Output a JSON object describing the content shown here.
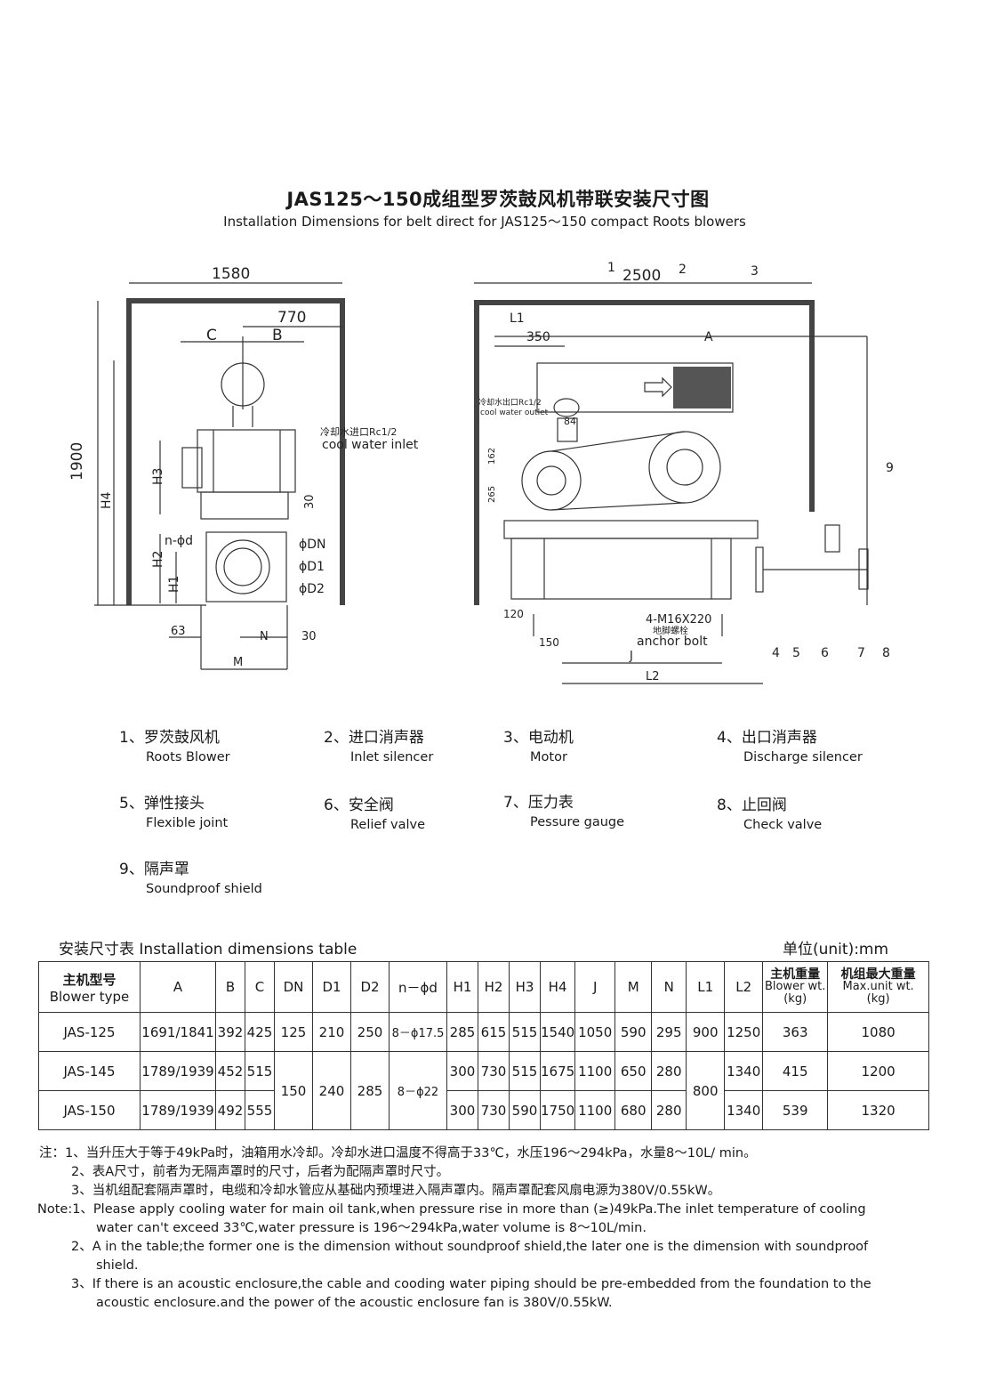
{
  "header": {
    "title_cn": "JAS125～150成组型罗茨鼓风机带联安装尺寸图",
    "title_en": "Installation Dimensions for belt direct for JAS125～150 compact Roots blowers"
  },
  "drawing_left": {
    "width": "1580",
    "offset": "770",
    "c": "C",
    "b": "B",
    "height": "1900",
    "h4": "H4",
    "h3": "H3",
    "h2": "H2",
    "h1": "H1",
    "cool_cn": "冷却水进口Rc1/2",
    "cool_en": "cool water inlet",
    "dim30": "30",
    "n_phi_d": "n-ϕd",
    "dn": "ϕDN",
    "d1": "ϕD1",
    "d2": "ϕD2",
    "dim63": "63",
    "n": "N",
    "dim30b": "30",
    "m": "M"
  },
  "drawing_right": {
    "width": "2500",
    "l1": "L1",
    "dim350": "350",
    "a": "A",
    "outlet_cn": "冷却水出口Rc1/2",
    "outlet_en": "cool water outlet",
    "dim84": "84",
    "dim162": "162",
    "dim265": "265",
    "dim120": "120",
    "dim150": "150",
    "bolt": "4-M16X220",
    "bolt_cn": "地脚螺栓",
    "bolt_en": "anchor bolt",
    "j": "J",
    "l2": "L2",
    "callouts": [
      "1",
      "2",
      "3",
      "4",
      "5",
      "6",
      "7",
      "8",
      "9"
    ]
  },
  "legend": [
    {
      "cn": "1、罗茨鼓风机",
      "en": "Roots  Blower"
    },
    {
      "cn": "2、进口消声器",
      "en": "Inlet silencer"
    },
    {
      "cn": "3、电动机",
      "en": "Motor"
    },
    {
      "cn": "4、出口消声器",
      "en": "Discharge  silencer"
    },
    {
      "cn": "5、弹性接头",
      "en": "Flexible  joint"
    },
    {
      "cn": "6、安全阀",
      "en": "Relief  valve"
    },
    {
      "cn": "7、压力表",
      "en": "Pessure gauge"
    },
    {
      "cn": "8、止回阀",
      "en": "Check valve"
    },
    {
      "cn": "9、隔声罩",
      "en": "Soundproof  shield"
    }
  ],
  "table": {
    "caption": "安装尺寸表 Installation  dimensions  table",
    "unit": "单位(unit):mm",
    "headers": {
      "type_cn": "主机型号",
      "type_en": "Blower type",
      "a": "A",
      "b": "B",
      "c": "C",
      "dn": "DN",
      "d1": "D1",
      "d2": "D2",
      "nphid": "n－ϕd",
      "h1": "H1",
      "h2": "H2",
      "h3": "H3",
      "h4": "H4",
      "j": "J",
      "m": "M",
      "n": "N",
      "l1": "L1",
      "l2": "L2",
      "bw_cn": "主机重量",
      "bw_en": "Blower wt.",
      "bw_unit": "(kg)",
      "mw_cn": "机组最大重量",
      "mw_en": "Max.unit wt.",
      "mw_unit": "(kg)"
    },
    "rows": [
      {
        "type": "JAS-125",
        "a": "1691/1841",
        "b": "392",
        "c": "425",
        "dn": "125",
        "d1": "210",
        "d2": "250",
        "nphid": "8－ϕ17.5",
        "h1": "285",
        "h2": "615",
        "h3": "515",
        "h4": "1540",
        "j": "1050",
        "m": "590",
        "n": "295",
        "l1": "900",
        "l2": "1250",
        "bw": "363",
        "mw": "1080"
      },
      {
        "type": "JAS-145",
        "a": "1789/1939",
        "b": "452",
        "c": "515",
        "h1": "300",
        "h2": "730",
        "h3": "515",
        "h4": "1675",
        "j": "1100",
        "m": "650",
        "n": "280",
        "l2": "1340",
        "bw": "415",
        "mw": "1200"
      },
      {
        "type": "JAS-150",
        "a": "1789/1939",
        "b": "492",
        "c": "555",
        "h1": "300",
        "h2": "730",
        "h3": "590",
        "h4": "1750",
        "j": "1100",
        "m": "680",
        "n": "280",
        "l2": "1340",
        "bw": "539",
        "mw": "1320"
      }
    ],
    "merged": {
      "dn": "150",
      "d1": "240",
      "d2": "285",
      "nphid": "8－ϕ22",
      "l1": "800"
    }
  },
  "notes": [
    "注：1、当升压大于等于49kPa时，油箱用水冷却。冷却水进口温度不得高于33℃，水压196～294kPa，水量8～10L/ min。",
    "2、表A尺寸，前者为无隔声罩时的尺寸，后者为配隔声罩时尺寸。",
    "3、当机组配套隔声罩时，电缆和冷却水管应从基础内预埋进入隔声罩内。隔声罩配套风扇电源为380V/0.55kW。",
    "Note:1、Please apply cooling water for main oil tank,when pressure rise in more than (≥)49kPa.The inlet temperature of cooling",
    "water can't exceed 33℃,water pressure is 196～294kPa,water volume is 8～10L/min.",
    "2、A in the table;the former one is the dimension without soundproof shield,the later one is the dimension with soundproof",
    "shield.",
    "3、If there is an acoustic enclosure,the cable and cooding water piping should be pre-embedded from the foundation to the",
    "acoustic enclosure.and the power of the acoustic enclosure fan is 380V/0.55kW."
  ]
}
